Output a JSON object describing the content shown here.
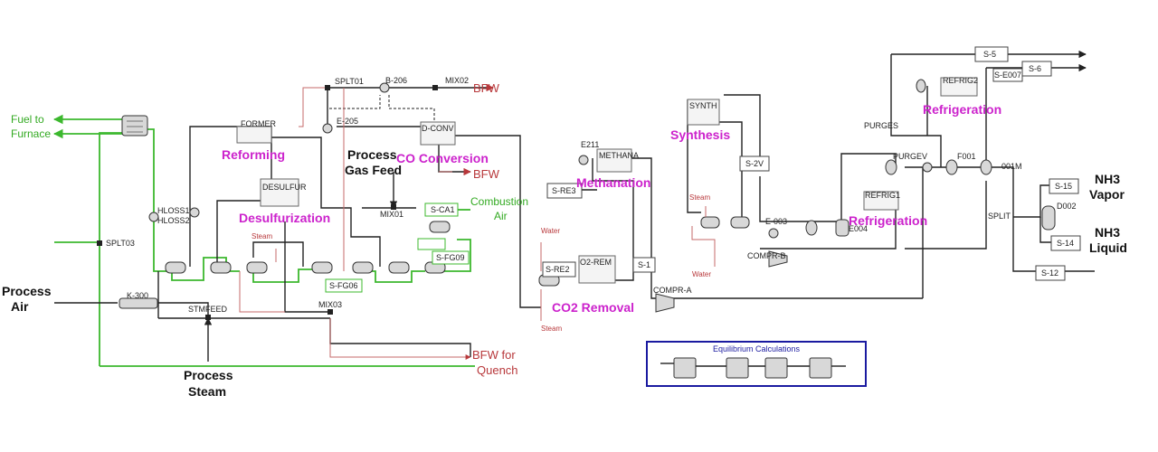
{
  "sections": {
    "reforming": "Reforming",
    "desulfurization": "Desulfurization",
    "co_conversion": "CO Conversion",
    "methanation": "Methanation",
    "co2_removal": "CO2 Removal",
    "synthesis": "Synthesis",
    "refrigeration_top": "Refrigeration",
    "refrigeration_mid": "Refrigeration"
  },
  "streams": {
    "fuel_to_furnace_1": "Fuel to",
    "fuel_to_furnace_2": "Furnace",
    "process_air_1": "Process",
    "process_air_2": "Air",
    "process_steam_1": "Process",
    "process_steam_2": "Steam",
    "process_gas_feed_1": "Process",
    "process_gas_feed_2": "Gas Feed",
    "bfw_top": "BFW",
    "bfw_mid": "BFW",
    "bfw_quench_1": "BFW for",
    "bfw_quench_2": "Quench",
    "combustion_air_1": "Combustion",
    "combustion_air_2": "Air",
    "nh3_vapor_1": "NH3",
    "nh3_vapor_2": "Vapor",
    "nh3_liquid_1": "NH3",
    "nh3_liquid_2": "Liquid",
    "steam_desulf": "Steam",
    "steam_synth": "Steam",
    "water_synth": "Water",
    "water_co2": "Water",
    "steam_co2": "Steam"
  },
  "blocks": {
    "splt01": "SPLT01",
    "b206": "B-206",
    "mix02": "MIX02",
    "e205": "E-205",
    "d_conv": "D-CONV",
    "former": "FORMER",
    "desulfur": "DESULFUR",
    "hloss1": "HLOSS1",
    "hloss2": "HLOSS2",
    "splt03": "SPLT03",
    "k300": "K-300",
    "stmfeed": "STMFEED",
    "mix03": "MIX03",
    "mix01": "MIX01",
    "s_ca1": "S-CA1",
    "s_fg06": "S-FG06",
    "s_fg09": "S-FG09",
    "e211": "E211",
    "methana": "METHANA",
    "s_re3": "S-RE3",
    "s_re2": "S-RE2",
    "co2_rem": "O2-REM",
    "s_1": "S-1",
    "compr_a": "COMPR-A",
    "synth": "SYNTH",
    "s_2v": "S-2V",
    "e_003": "E-003",
    "compr_b": "COMPR-B",
    "e004": "E004",
    "refrig1": "REFRIG1",
    "refrig2": "REFRIG2",
    "purges": "PURGES",
    "purgev": "PURGEV",
    "f001": "F001",
    "s001m": "001M",
    "split": "SPLIT",
    "s_5": "S-5",
    "s_6": "S-6",
    "s_e007": "S-E007",
    "s_15": "S-15",
    "s_14": "S-14",
    "s_12": "S-12",
    "d002": "D002",
    "equilibrium": "Equilibrium Calculations"
  },
  "colors": {
    "section_label": "#cc22cc",
    "green_stream": "#3cb82e",
    "red_stream": "#b8383b",
    "equilibrium_border": "#1a1aa0"
  }
}
